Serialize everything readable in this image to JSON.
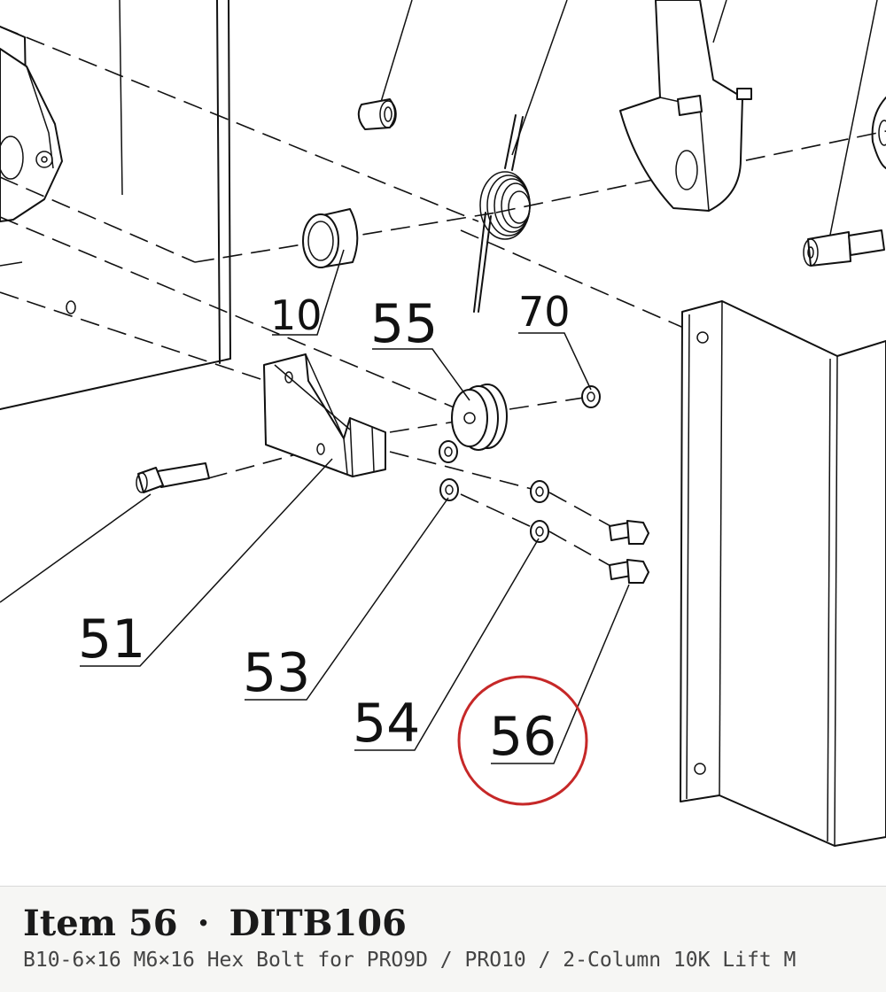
{
  "diagram": {
    "callouts": [
      {
        "id": "10",
        "text": "10"
      },
      {
        "id": "55",
        "text": "55"
      },
      {
        "id": "70",
        "text": "70"
      },
      {
        "id": "51",
        "text": "51"
      },
      {
        "id": "53",
        "text": "53"
      },
      {
        "id": "54",
        "text": "54"
      },
      {
        "id": "56",
        "text": "56"
      }
    ],
    "highlighted_callout": "56",
    "highlight_color": "#c62828"
  },
  "caption": {
    "item_label": "Item 56",
    "separator": "·",
    "part_number": "DITB106",
    "description": "B10-6×16 M6×16 Hex Bolt for PRO9D / PRO10 / 2-Column 10K Lift M"
  }
}
